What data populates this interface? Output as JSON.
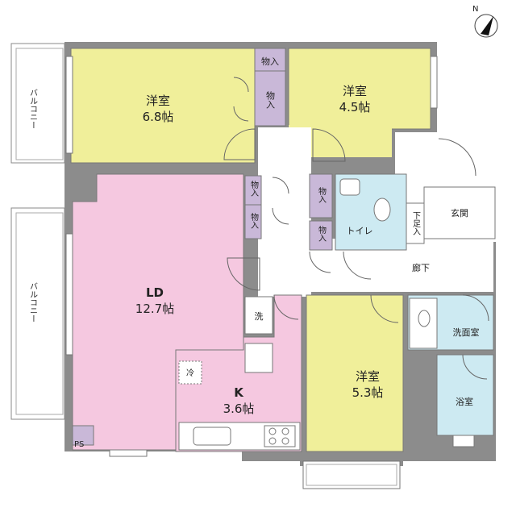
{
  "rooms": {
    "western_a": {
      "name": "洋室",
      "size": "6.8帖"
    },
    "western_b": {
      "name": "洋室",
      "size": "4.5帖"
    },
    "western_c": {
      "name": "洋室",
      "size": "5.3帖"
    },
    "ld": {
      "name": "LD",
      "size": "12.7帖"
    },
    "kitchen": {
      "name": "K",
      "size": "3.6帖"
    }
  },
  "labels": {
    "closet": "物入",
    "toilet": "トイレ",
    "entrance": "玄関",
    "shoe_storage": "下足入",
    "hallway": "廊下",
    "washroom": "洗面室",
    "bathroom": "浴室",
    "balcony": "バルコニー",
    "washer": "洗",
    "fridge": "冷",
    "ps": "PS",
    "north": "N"
  },
  "colors": {
    "western": "#f0ef9a",
    "ld": "#f5c8e0",
    "closet": "#c9b8d8",
    "wet": "#cdeaf2",
    "wall": "#8c8c8c"
  }
}
